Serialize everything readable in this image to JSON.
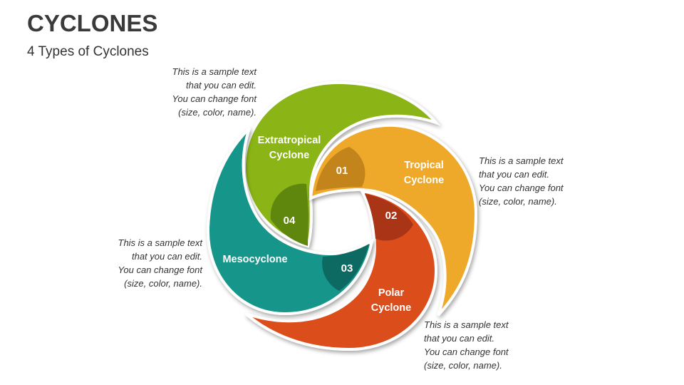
{
  "header": {
    "title": "CYCLONES",
    "subtitle": "4 Types of Cyclones"
  },
  "segments": [
    {
      "number": "01",
      "name_lines": [
        "Tropical",
        "Cyclone"
      ],
      "color": "#EFA92B",
      "dark_color": "#C4841C",
      "note_lines": [
        "This is a sample text",
        "that you can edit.",
        "You can change font",
        "(size, color, name)."
      ]
    },
    {
      "number": "02",
      "name_lines": [
        "Polar",
        "Cyclone"
      ],
      "color": "#DC4E1D",
      "dark_color": "#A93413",
      "note_lines": [
        "This is a sample text",
        "that you can edit.",
        "You can change font",
        "(size, color, name)."
      ]
    },
    {
      "number": "03",
      "name_lines": [
        "Mesocyclone"
      ],
      "color": "#13958B",
      "dark_color": "#0C6B63",
      "note_lines": [
        "This is a sample text",
        "that you can edit.",
        "You can change font",
        "(size, color, name)."
      ]
    },
    {
      "number": "04",
      "name_lines": [
        "Extratropical",
        "Cyclone"
      ],
      "color": "#8BB517",
      "dark_color": "#5E8610",
      "note_lines": [
        "This is a sample text",
        "that you can edit.",
        "You can change font",
        "(size, color, name)."
      ]
    }
  ]
}
